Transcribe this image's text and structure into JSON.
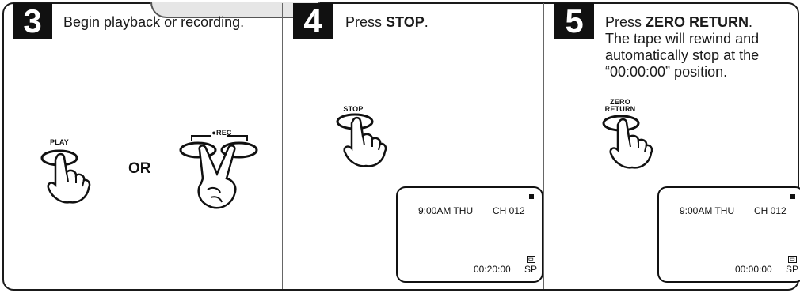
{
  "steps": [
    {
      "number": "3",
      "text": "Begin playback or recording."
    },
    {
      "number": "4",
      "text_prefix": "Press ",
      "text_bold": "STOP",
      "text_suffix": "."
    },
    {
      "number": "5",
      "line1_prefix": "Press ",
      "line1_bold": "ZERO RETURN",
      "line1_suffix": ".",
      "line2": "The tape will rewind and",
      "line3": "automatically stop at the",
      "line4": "“00:00:00” position."
    }
  ],
  "buttons": {
    "play": "PLAY",
    "rec": "●REC",
    "or": "OR",
    "stop": "STOP",
    "zero_return_line1": "ZERO",
    "zero_return_line2": "RETURN"
  },
  "screens": [
    {
      "time_day": "9:00AM  THU",
      "channel": "CH 012",
      "counter": "00:20:00",
      "speed": "SP",
      "cassette": "▭"
    },
    {
      "time_day": "9:00AM  THU",
      "channel": "CH 012",
      "counter": "00:00:00",
      "speed": "SP",
      "cassette": "▭"
    }
  ]
}
